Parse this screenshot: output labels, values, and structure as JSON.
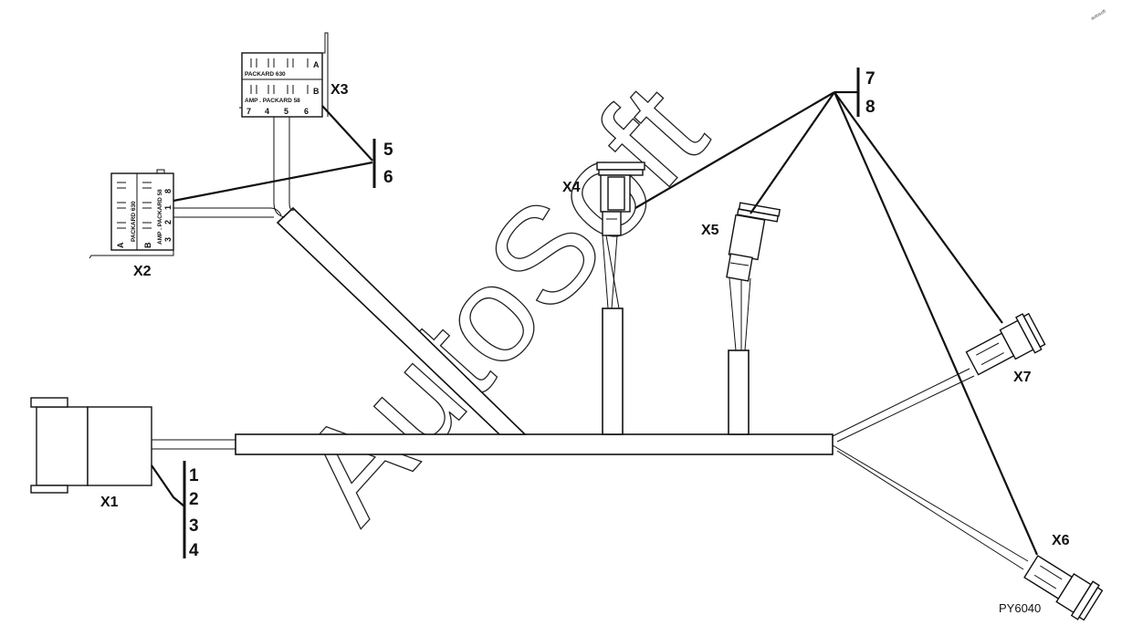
{
  "connectors": {
    "x1": "X1",
    "x2": "X2",
    "x3": "X3",
    "x4": "X4",
    "x5": "X5",
    "x6": "X6",
    "x7": "X7"
  },
  "wire_groups": {
    "x1_wires": [
      "1",
      "2",
      "3",
      "4"
    ],
    "x2_x3_wires": [
      "5",
      "6"
    ],
    "x4_x7_wires": [
      "7",
      "8"
    ]
  },
  "x3_markings": {
    "row_a_label": "PACKARD 630",
    "row_b_label": "AMP . PACKARD 58",
    "pin_a": "A",
    "pin_b": "B",
    "pin_numbers": [
      "7",
      "4",
      "5",
      "6"
    ]
  },
  "x2_markings": {
    "row_a_label": "PACKARD 630",
    "row_b_label": "AMP . PACKARD 58",
    "pin_a": "A",
    "pin_b": "B",
    "pin_numbers": [
      "8",
      "1",
      "2",
      "3"
    ]
  },
  "watermark": "AutoSoft",
  "watermark_small": "autosoft",
  "figure_ref": "PY6040",
  "colors": {
    "line": "#111111",
    "background": "#ffffff"
  }
}
